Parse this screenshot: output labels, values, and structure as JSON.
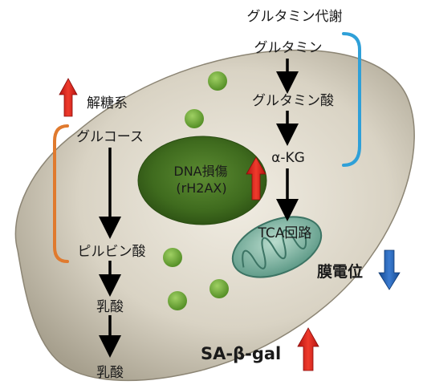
{
  "labels": {
    "glutamine_metabolism": "グルタミン代謝",
    "glutamine": "グルタミン",
    "glutamate": "グルタミン酸",
    "akg": "α-KG",
    "tca": "TCA回路",
    "glycolysis": "解糖系",
    "glucose": "グルコース",
    "pyruvate": "ピルビン酸",
    "lactate_in": "乳酸",
    "lactate_out": "乳酸",
    "dna_damage": "DNA損傷",
    "rh2ax": "(rH2AX)",
    "membrane_potential": "膜電位",
    "sa_beta_gal": "SA-β-gal"
  },
  "indicators": {
    "glycolysis": "up",
    "dna_damage": "up",
    "membrane_potential": "down",
    "sa_beta_gal": "up"
  },
  "colors": {
    "up_arrow": "#e0201e",
    "down_arrow": "#1f5fb5",
    "glycolysis_bracket": "#e07a2e",
    "glutamine_bracket": "#2fa0d8",
    "cell_body": "#d9d3c4",
    "nucleus": "#3f6b1e",
    "granule": "#6aa832",
    "mitochondrion": "#5fa090"
  }
}
